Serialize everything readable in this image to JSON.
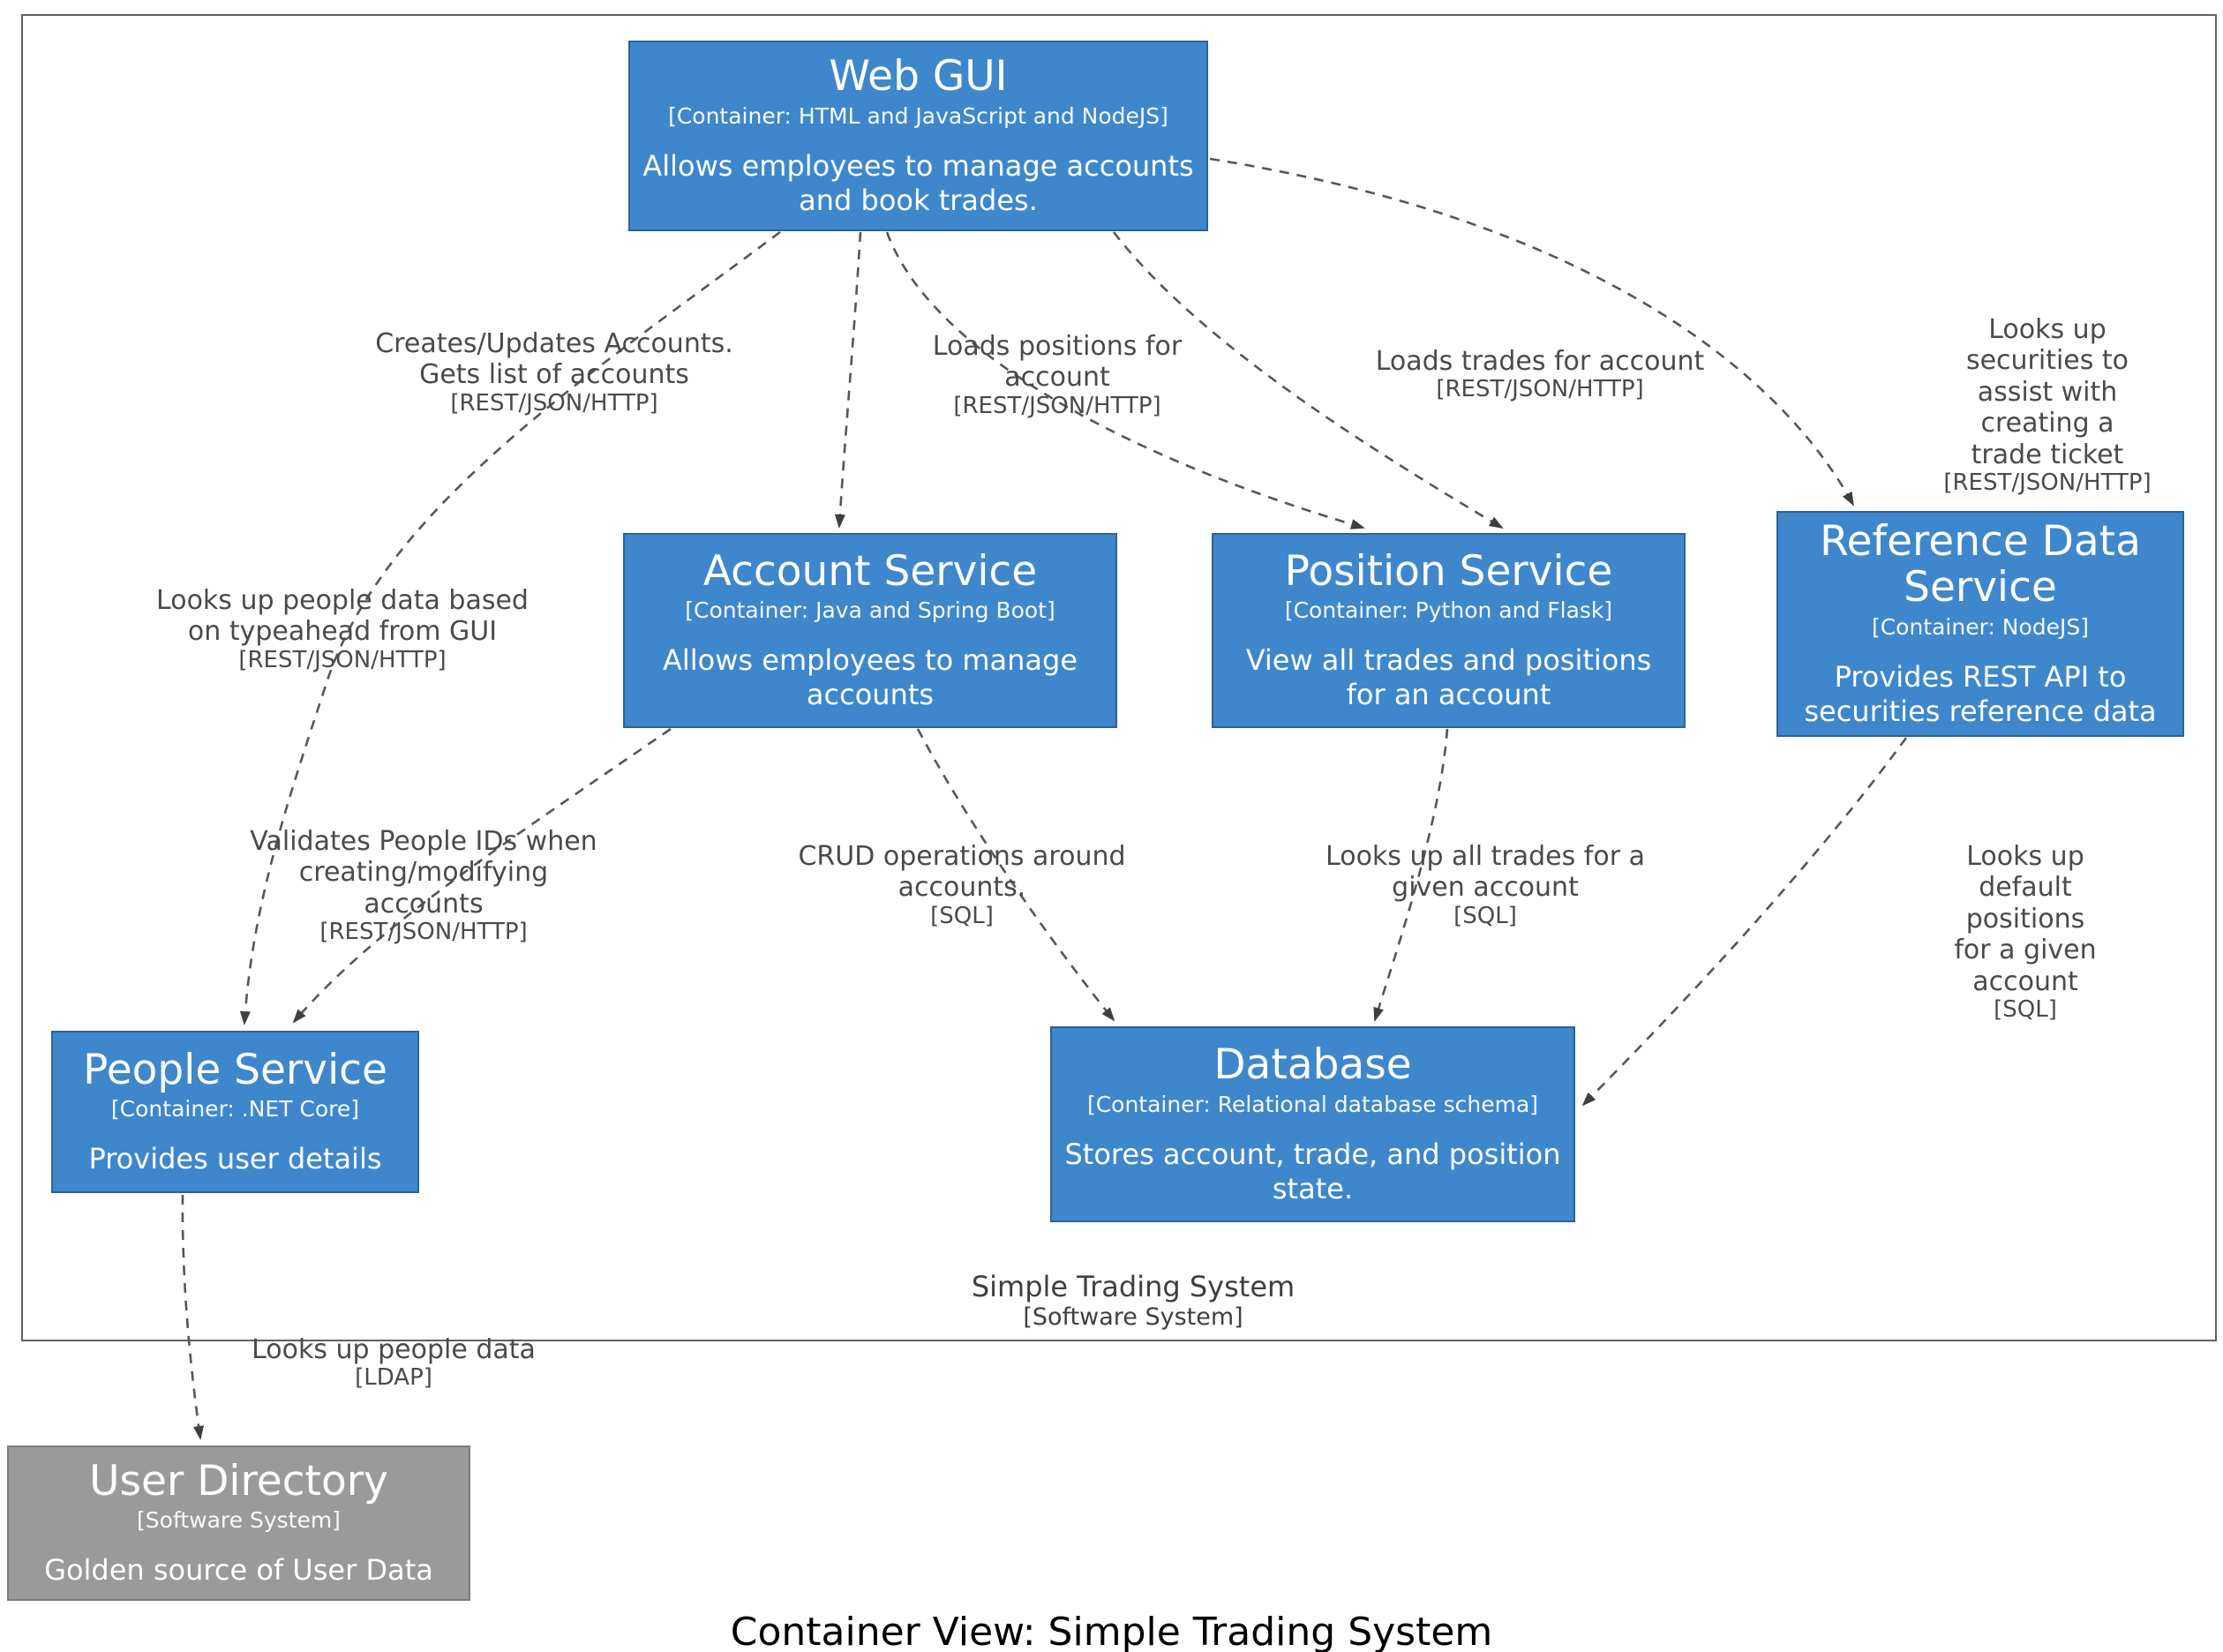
{
  "title": "Container View: Simple Trading System",
  "boundary": {
    "name": "Simple Trading System",
    "meta": "[Software System]"
  },
  "colors": {
    "container_fill": "#3e87cd",
    "container_border": "#2e6295",
    "external_fill": "#9a9a9a",
    "external_border": "#7d7d7d",
    "edge": "#565656",
    "label_text": "#4a4a4a"
  },
  "nodes": {
    "web_gui": {
      "name": "Web GUI",
      "meta": "[Container: HTML and JavaScript and NodeJS]",
      "desc": "Allows employees to manage accounts and book trades."
    },
    "account_service": {
      "name": "Account Service",
      "meta": "[Container: Java and Spring Boot]",
      "desc": "Allows employees to manage accounts"
    },
    "position_service": {
      "name": "Position Service",
      "meta": "[Container: Python and Flask]",
      "desc": "View all trades and positions for an account"
    },
    "reference_data_service": {
      "name": "Reference Data Service",
      "meta": "[Container: NodeJS]",
      "desc": "Provides REST API to securities reference data"
    },
    "people_service": {
      "name": "People Service",
      "meta": "[Container: .NET Core]",
      "desc": "Provides user details"
    },
    "database": {
      "name": "Database",
      "meta": "[Container: Relational database schema]",
      "desc": "Stores account, trade, and position state."
    },
    "user_directory": {
      "name": "User Directory",
      "meta": "[Software System]",
      "desc": "Golden source of User Data"
    }
  },
  "edges": {
    "gui_account": {
      "label": "Creates/Updates Accounts.\nGets list of accounts",
      "tech": "[REST/JSON/HTTP]"
    },
    "gui_positions": {
      "label": "Loads positions for\naccount",
      "tech": "[REST/JSON/HTTP]"
    },
    "gui_trades": {
      "label": "Loads trades for account",
      "tech": "[REST/JSON/HTTP]"
    },
    "gui_refdata": {
      "label": "Looks up securities to\nassist with creating a\ntrade ticket",
      "tech": "[REST/JSON/HTTP]"
    },
    "gui_people": {
      "label": "Looks up people data based\non typeahead from GUI",
      "tech": "[REST/JSON/HTTP]"
    },
    "account_people": {
      "label": "Validates People IDs when\ncreating/modifying\naccounts",
      "tech": "[REST/JSON/HTTP]"
    },
    "account_db": {
      "label": "CRUD operations around\naccounts.",
      "tech": "[SQL]"
    },
    "position_db": {
      "label": "Looks up all trades for a\ngiven account",
      "tech": "[SQL]"
    },
    "refdata_db": {
      "label": "Looks up default positions\nfor a given account",
      "tech": "[SQL]"
    },
    "people_userdir": {
      "label": "Looks up people data",
      "tech": "[LDAP]"
    }
  }
}
